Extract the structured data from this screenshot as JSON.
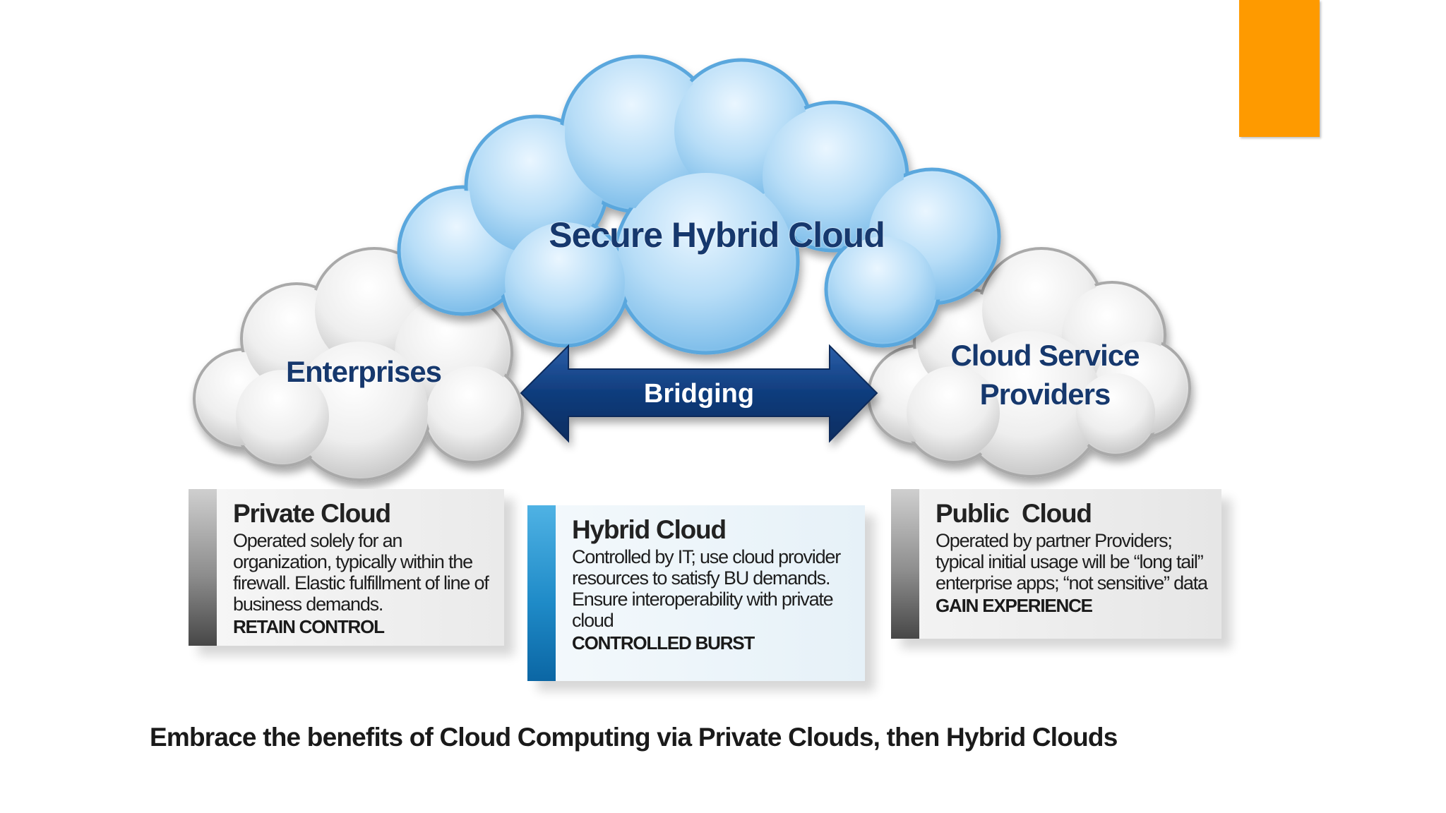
{
  "colors": {
    "accent": "#fe9a00",
    "cloud_text": "#16386d",
    "arrow": "#0f3c7c",
    "hybrid_bar": "#1f8bc8",
    "gray_bar": "#8d8d8d"
  },
  "clouds": {
    "main_label": "Secure Hybrid Cloud",
    "left_label": "Enterprises",
    "right_label_line1": "Cloud Service",
    "right_label_line2": "Providers"
  },
  "arrow": {
    "label": "Bridging",
    "icon": "double-arrow-icon"
  },
  "cards": {
    "private": {
      "title": "Private Cloud",
      "description": "Operated solely for an organization, typically within the firewall. Elastic fulfillment of line of business demands.",
      "tag": "RETAIN CONTROL"
    },
    "hybrid": {
      "title": "Hybrid Cloud",
      "description": "Controlled by IT; use cloud provider resources to satisfy BU demands. Ensure interoperability with private cloud",
      "tag": "CONTROLLED BURST"
    },
    "public": {
      "title": "Public  Cloud",
      "description": "Operated by partner Providers; typical initial usage will be “long tail” enterprise apps; “not sensitive” data",
      "tag": "GAIN EXPERIENCE"
    }
  },
  "caption": "Embrace the benefits of Cloud Computing via Private Clouds, then Hybrid Clouds"
}
